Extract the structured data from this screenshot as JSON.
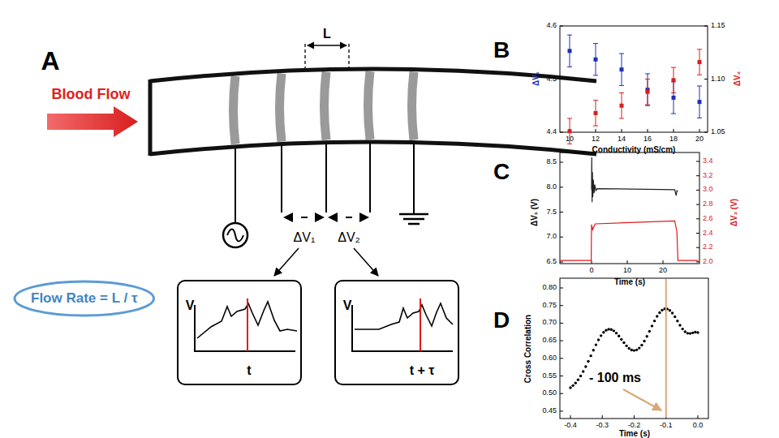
{
  "diagram": {
    "nodes": [
      {
        "text": [
          "Flow Rate = L / τ"
        ]
      },
      {
        "text": [
          "V",
          "t"
        ]
      },
      {
        "text": [
          "V",
          "t + τ"
        ]
      }
    ],
    "labels": [
      "A",
      "L",
      "Blood Flow",
      "ΔV₁",
      "ΔV₂",
      "B",
      "4.6",
      "4.5",
      "4.4",
      "ΔV₁",
      "1.15",
      "1.10",
      "1.05",
      "ΔV₂",
      "10",
      "12",
      "14",
      "16",
      "18",
      "20",
      "Conductivity (mS/cm)",
      "C",
      "8.5",
      "8.0",
      "7.5",
      "7.0",
      "6.5",
      "ΔV₁ (V)",
      "3.4",
      "3.2",
      "3.0",
      "2.8",
      "2.6",
      "2.4",
      "2.2",
      "2.0",
      "ΔV₂ (V)",
      "0",
      "10",
      "20",
      "Time (s)",
      "D",
      "0.80",
      "0.75",
      "0.70",
      "0.65",
      "0.60",
      "0.55",
      "0.50",
      "0.45",
      "Cross Correlation",
      "-0.4",
      "-0.3",
      "-0.2",
      "-0.1",
      "0.0",
      "Time (s)",
      "- 100 ms"
    ]
  }
}
